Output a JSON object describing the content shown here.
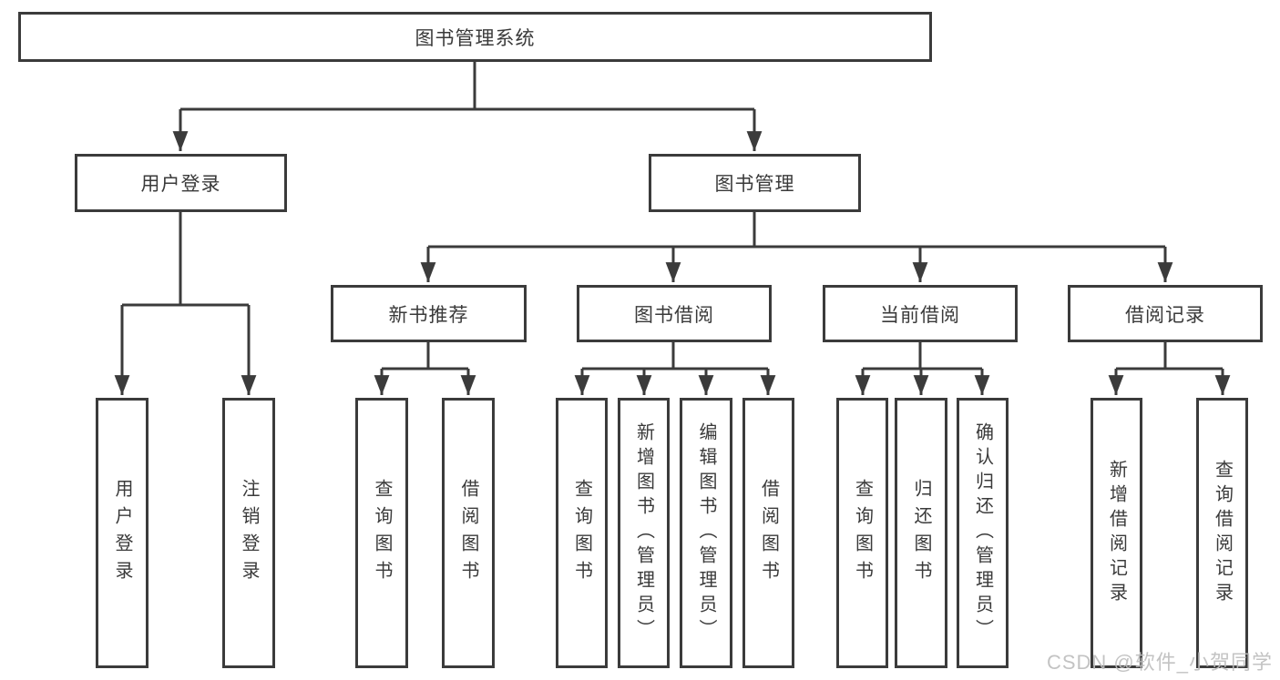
{
  "tree": {
    "root": {
      "label": "图书管理系统"
    },
    "branches": [
      {
        "label": "用户登录",
        "children": [
          {
            "label": "用户登录"
          },
          {
            "label": "注销登录"
          }
        ]
      },
      {
        "label": "图书管理",
        "groups": [
          {
            "label": "新书推荐",
            "children": [
              {
                "label": "查询图书"
              },
              {
                "label": "借阅图书"
              }
            ]
          },
          {
            "label": "图书借阅",
            "children": [
              {
                "label": "查询图书"
              },
              {
                "label": "新增图书（管理员）"
              },
              {
                "label": "编辑图书（管理员）"
              },
              {
                "label": "借阅图书"
              }
            ]
          },
          {
            "label": "当前借阅",
            "children": [
              {
                "label": "查询图书"
              },
              {
                "label": "归还图书"
              },
              {
                "label": "确认归还（管理员）"
              }
            ]
          },
          {
            "label": "借阅记录",
            "children": [
              {
                "label": "新增借阅记录"
              },
              {
                "label": "查询借阅记录"
              }
            ]
          }
        ]
      }
    ]
  },
  "watermark": "CSDN @软件_小贺同学",
  "colors": {
    "line": "#3b3b3b",
    "text": "#3a3a3a",
    "background": "#ffffff",
    "watermark": "#bdbdbd"
  }
}
